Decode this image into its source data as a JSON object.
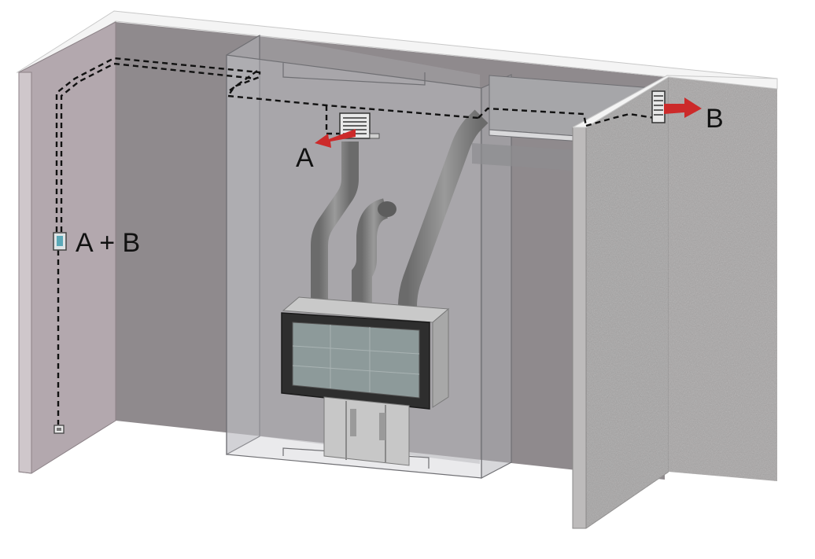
{
  "labels": {
    "outlet_a": "A",
    "outlet_b": "B",
    "control_box": "A + B"
  },
  "colors": {
    "arrow": "#cc2a2a",
    "back_wall": "#8f8a8d",
    "left_wall": "#b3a8ae",
    "right_wall": "#a8a6a6",
    "wall_top": "#f4f4f4",
    "enclosure": "#b8b8be",
    "pipe": "#7d7d7d",
    "firebox": "#3a3a3a",
    "glass": "#8d9a9a",
    "duct_line": "#111111"
  },
  "icons": {
    "grille": "vent-grille-icon",
    "control": "control-box-icon",
    "socket": "wall-socket-icon"
  }
}
